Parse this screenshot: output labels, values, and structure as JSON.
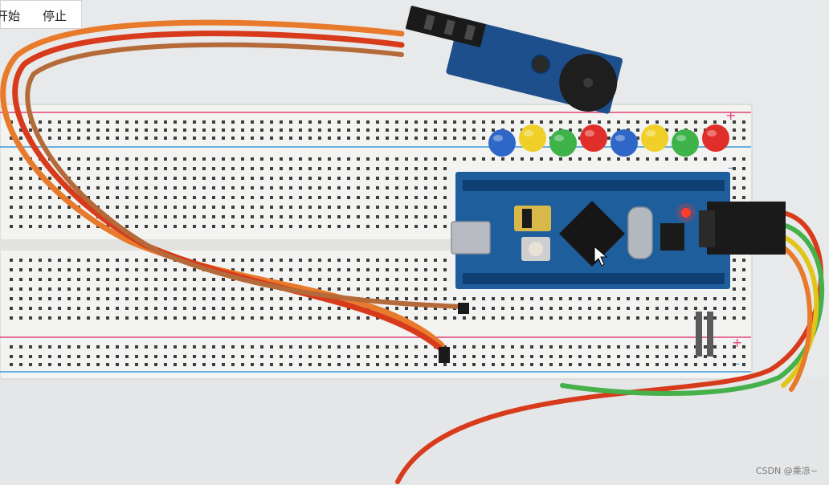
{
  "controls": {
    "start_label": "开始",
    "stop_label": "停止"
  },
  "watermark": "CSDN @乘凉~",
  "colors": {
    "breadboard": "#f3f3f1",
    "board_pcb": "#1f5e9c",
    "power_rail_red": "#e0457a",
    "power_rail_blue": "#3d9ad9",
    "wire_orange": "#e87a2c",
    "wire_red": "#d73b1c",
    "wire_green": "#46b04a",
    "wire_yellow": "#e2c51b"
  },
  "leds": [
    {
      "color": "#2f67c9"
    },
    {
      "color": "#f0d028"
    },
    {
      "color": "#3db34a"
    },
    {
      "color": "#e02f2a"
    },
    {
      "color": "#2f67c9"
    },
    {
      "color": "#f0d028"
    },
    {
      "color": "#3db34a"
    },
    {
      "color": "#e02f2a"
    }
  ]
}
